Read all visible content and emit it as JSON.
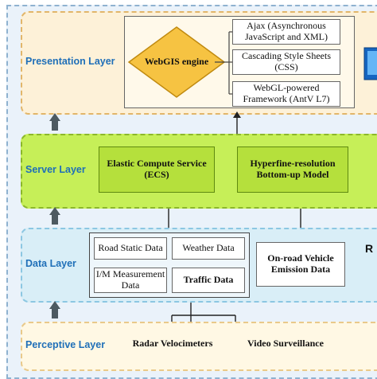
{
  "layers": {
    "presentation": "Presentation Layer",
    "server": "Server Layer",
    "data": "Data Layer",
    "perceptive": "Perceptive Layer"
  },
  "presentation": {
    "engine": "WebGIS engine",
    "items": [
      "Ajax (Asynchronous JavaScript and XML)",
      "Cascading Style Sheets (CSS)",
      "WebGL-powered Framework (AntV L7)"
    ]
  },
  "server": {
    "ecs": "Elastic Compute Service (ECS)",
    "model": "Hyperfine-resolution Bottom-up Model"
  },
  "data": {
    "road_static": "Road Static Data",
    "weather": "Weather Data",
    "im_measurement": "I/M Measurement Data",
    "traffic": "Traffic Data",
    "onroad": "On-road Vehicle Emission Data",
    "right_partial": "R"
  },
  "perceptive": {
    "radar": "Radar Velocimeters",
    "video": "Video Surveillance"
  },
  "colors": {
    "presentation_bg": "#fdf1d8",
    "server_bg": "#c6ef58",
    "data_bg": "#d9eef7",
    "perceptive_bg": "#fff8e4",
    "label_blue": "#1f6fb8",
    "engine_fill": "#f6c342"
  },
  "icons": [
    "monitor-icon",
    "server-icon",
    "database-icon",
    "camera-icon"
  ]
}
